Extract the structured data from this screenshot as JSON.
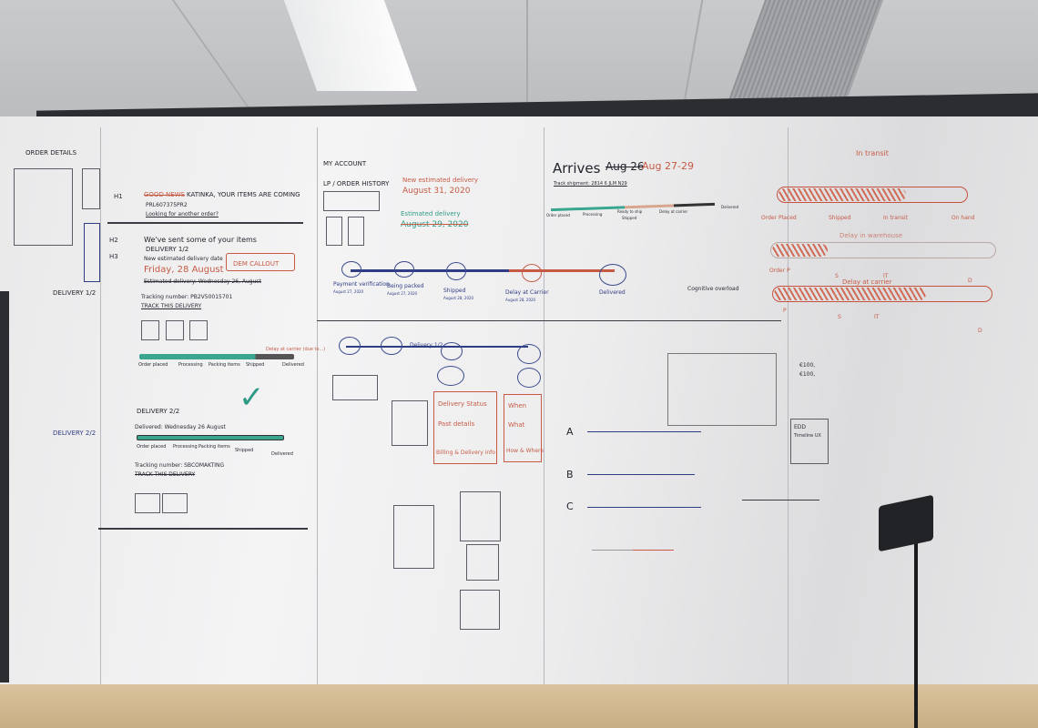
{
  "panel1": {
    "title": "ORDER DETAILS",
    "delivery_1_label": "DELIVERY 1/2",
    "delivery_2_label": "DELIVERY 2/2"
  },
  "panel2": {
    "h1_label": "H1",
    "h1_strike": "GOOD NEWS",
    "h1_text": "KATINKA, YOUR ITEMS ARE COMING",
    "h1_order": "PRL607375PR2",
    "h1_link": "Looking for another order?",
    "h2_label": "H2",
    "h2_text": "We've sent some of your items",
    "h3_label": "H3",
    "delivery_1": "DELIVERY 1/2",
    "new_date_label": "New estimated delivery date",
    "callout": "DEM CALLOUT",
    "new_date": "Friday, 28 August",
    "old_date": "Estimated delivery: Wednesday 26, August",
    "tracking_1": "Tracking number: PB2V50015701",
    "track_link_1": "TRACK THIS DELIVERY",
    "delay_note": "Delay at carrier (due to...)",
    "steps": [
      "Order placed",
      "Processing",
      "Packing items",
      "Shipped",
      "Delivered"
    ],
    "delivery_2": "DELIVERY 2/2",
    "delivered": "Delivered: Wednesday 26 August",
    "tracking_2": "Tracking number: SBCOMAKTING",
    "track_link_2": "TRACK THIS DELIVERY"
  },
  "panel3": {
    "title": "MY ACCOUNT",
    "subtitle": "LP / ORDER HISTORY",
    "new_delivery_label": "New estimated delivery",
    "new_delivery_date": "August 31, 2020",
    "est_delivery_label": "Estimated delivery",
    "est_delivery_date": "August 29, 2020",
    "timeline": [
      {
        "label": "Payment verification",
        "date": "August 27, 2020"
      },
      {
        "label": "Being packed",
        "date": "August 27, 2020"
      },
      {
        "label": "Shipped",
        "date": "August 28, 2020"
      },
      {
        "label": "Delay at Carrier",
        "date": "August 28, 2020"
      },
      {
        "label": "Delivered",
        "date": ""
      }
    ],
    "delivery_label": "Delivery 1/2",
    "menu": [
      "Delivery Status",
      "Past details",
      "Billing & Delivery info"
    ],
    "questions": [
      "When",
      "What",
      "How & Where"
    ]
  },
  "panel4": {
    "arrives": "Arrives",
    "arrives_strike": "Aug 26",
    "arrives_new": "Aug 27-29",
    "track_note": "Track shipment: 2814 6 JLM N29",
    "steps": [
      "Order placed",
      "Processing",
      "Ready to ship",
      "Shipped",
      "Delay at carrier",
      "Delivered"
    ],
    "rows": [
      "A",
      "B",
      "C"
    ],
    "cognitive": "Cognitive overload"
  },
  "panel5": {
    "title": "In transit",
    "bar1_labels": [
      "Order Placed",
      "Shipped",
      "In transit",
      "On hand"
    ],
    "bar1_progress": 0.68,
    "bar2_title": "Delay in warehouse",
    "bar2_labels": [
      "Order P",
      "S",
      "IT",
      "D"
    ],
    "bar2_progress": 0.25,
    "bar3_title": "Delay at carrier",
    "bar3_labels": [
      "P",
      "S",
      "IT",
      "D"
    ],
    "bar3_progress": 0.7,
    "prices": [
      "€100,",
      "€100,"
    ],
    "edd": "EDD",
    "timeline_ux": "Timeline UX"
  },
  "colors": {
    "red_marker": "#c65a45",
    "green_marker": "#2f9a86",
    "blue_marker": "#2f3d84",
    "black_marker": "#23252d"
  }
}
